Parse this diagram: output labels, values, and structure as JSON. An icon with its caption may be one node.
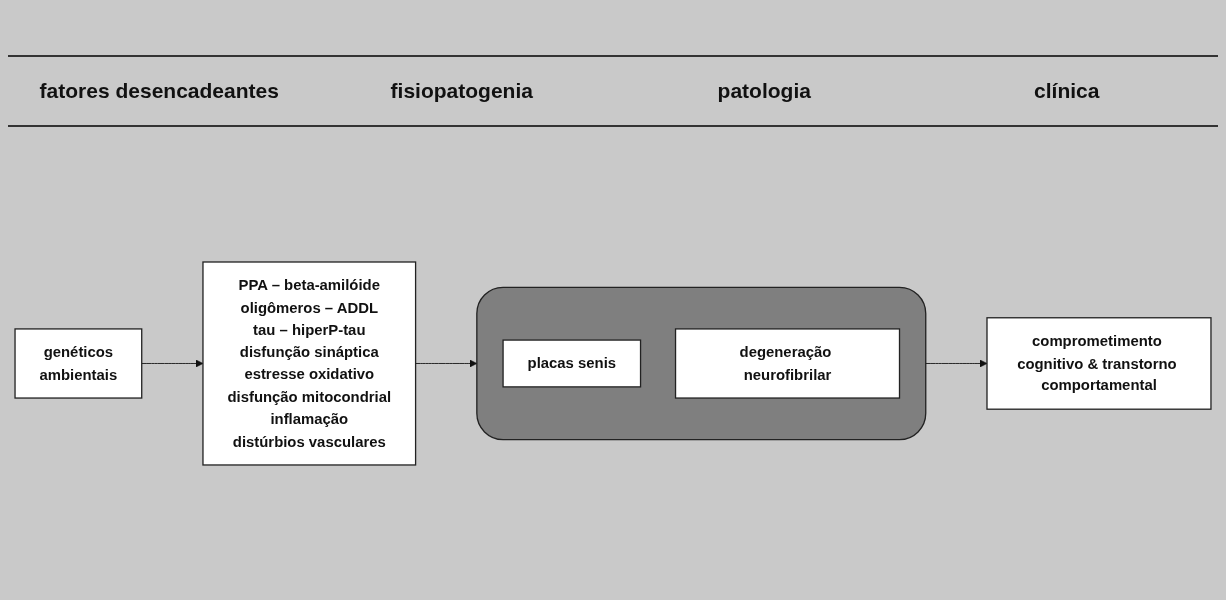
{
  "diagram": {
    "nodes": [
      {
        "text": [
          "genéticos",
          "ambientais"
        ]
      },
      {
        "text": [
          "PPA – beta-amilóide",
          "oligômeros – ADDL",
          "tau – hiperP-tau",
          "disfunção sináptica",
          "estresse oxidativo",
          "disfunção mitocondrial",
          "inflamação",
          "distúrbios vasculares"
        ]
      },
      {
        "text": [],
        "shape": "box"
      },
      {
        "text": [
          "placas senis"
        ],
        "in": 2
      },
      {
        "text": [
          "degeneração neurofibrilar"
        ],
        "in": 2
      },
      {
        "text": [
          "comprometimento cognitivo & transtorno comportamental"
        ]
      }
    ],
    "edges": [
      {
        "from": 0,
        "to": 1,
        "arrow": "to"
      },
      {
        "from": 1,
        "to": 2,
        "arrow": "to"
      },
      {
        "from": 2,
        "to": 5,
        "arrow": "to"
      }
    ],
    "labels": [
      "fatores desencadeantes",
      "fisiopatogenia",
      "patologia",
      "clínica"
    ]
  }
}
